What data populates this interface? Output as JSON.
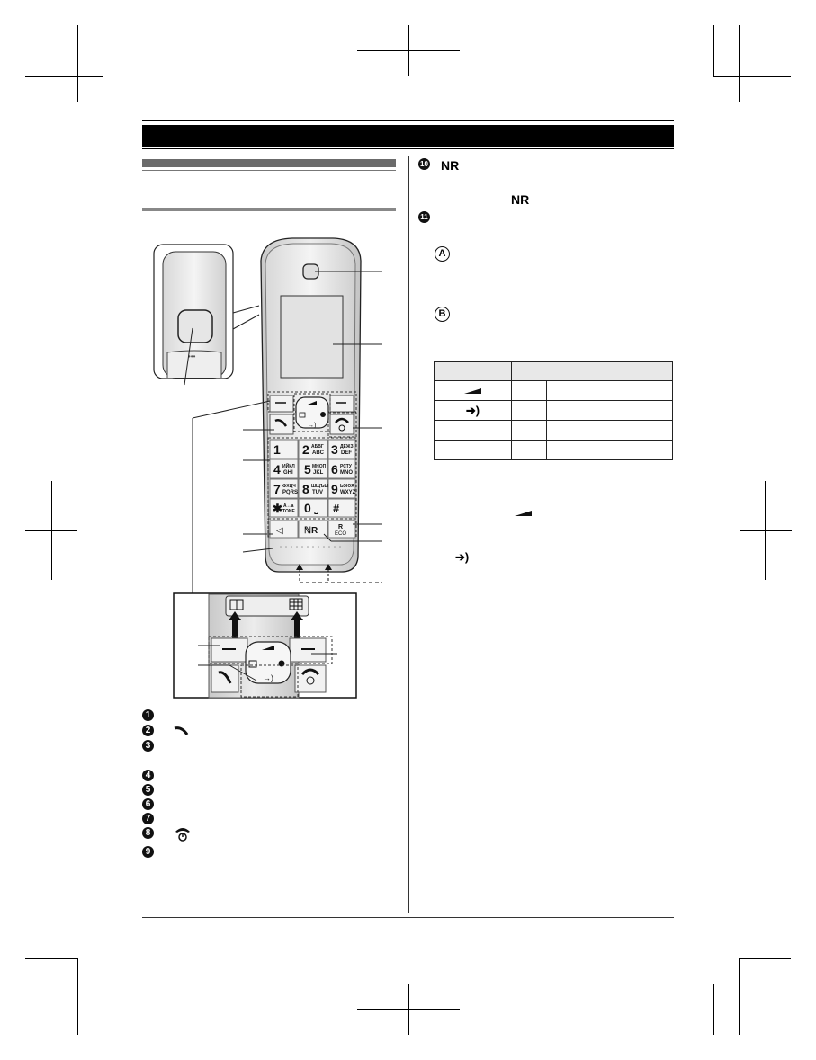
{
  "page": {
    "title_bar": "",
    "section_heading": "",
    "subsection_heading": ""
  },
  "figure": {
    "callouts_left": [
      "",
      "",
      "",
      "",
      "",
      ""
    ],
    "callouts_right": [
      "",
      "",
      "",
      "",
      ""
    ],
    "keypad": [
      {
        "digit": "1",
        "sub": ""
      },
      {
        "digit": "2",
        "sub": "АБВГ ABC"
      },
      {
        "digit": "3",
        "sub": "ДЕЖЗ DEF"
      },
      {
        "digit": "4",
        "sub": "ИЙКЛ GHI"
      },
      {
        "digit": "5",
        "sub": "МНОП JKL"
      },
      {
        "digit": "6",
        "sub": "РСТУ MNO"
      },
      {
        "digit": "7",
        "sub": "ФХЦЧ PQRS"
      },
      {
        "digit": "8",
        "sub": "ШЩЪЫ TUV"
      },
      {
        "digit": "9",
        "sub": "ЬЭЮЯ WXYZ"
      },
      {
        "digit": "*",
        "sub": "A↔a TONE"
      },
      {
        "digit": "0",
        "sub": "␣"
      },
      {
        "digit": "#",
        "sub": ""
      }
    ],
    "r_eco_label": "R ECO",
    "nr_label": "NR",
    "phonebook_icon": "phonebook-icon",
    "keypad_grid_icon": "grid-icon"
  },
  "legend_left": [
    {
      "num": "1",
      "icon": "",
      "text": ""
    },
    {
      "num": "2",
      "icon": "talk-icon",
      "text": ""
    },
    {
      "num": "3",
      "icon": "",
      "text": ""
    },
    {
      "num": "4",
      "icon": "",
      "text": ""
    },
    {
      "num": "5",
      "icon": "",
      "text": ""
    },
    {
      "num": "6",
      "icon": "",
      "text": ""
    },
    {
      "num": "7",
      "icon": "",
      "text": ""
    },
    {
      "num": "8",
      "icon": "off-power-icon",
      "text": ""
    },
    {
      "num": "9",
      "icon": "",
      "text": ""
    }
  ],
  "legend_right": {
    "item10": {
      "num": "10",
      "icon_label": "NR",
      "text": ""
    },
    "item10_note_icon": "NR",
    "item11": {
      "num": "11",
      "text": ""
    },
    "sub_a": "A",
    "sub_b": "B",
    "table": {
      "headers": [
        "",
        ""
      ],
      "rows": [
        {
          "icon": "volume-up-icon",
          "col2": "",
          "col3": ""
        },
        {
          "icon": "redial-icon",
          "col2": "",
          "col3": ""
        },
        {
          "icon": "",
          "col2": "",
          "col3": ""
        },
        {
          "icon": "",
          "col2": "",
          "col3": ""
        }
      ]
    },
    "note_volume_icon": "volume-up-icon",
    "note_redial_icon": "redial-icon"
  }
}
